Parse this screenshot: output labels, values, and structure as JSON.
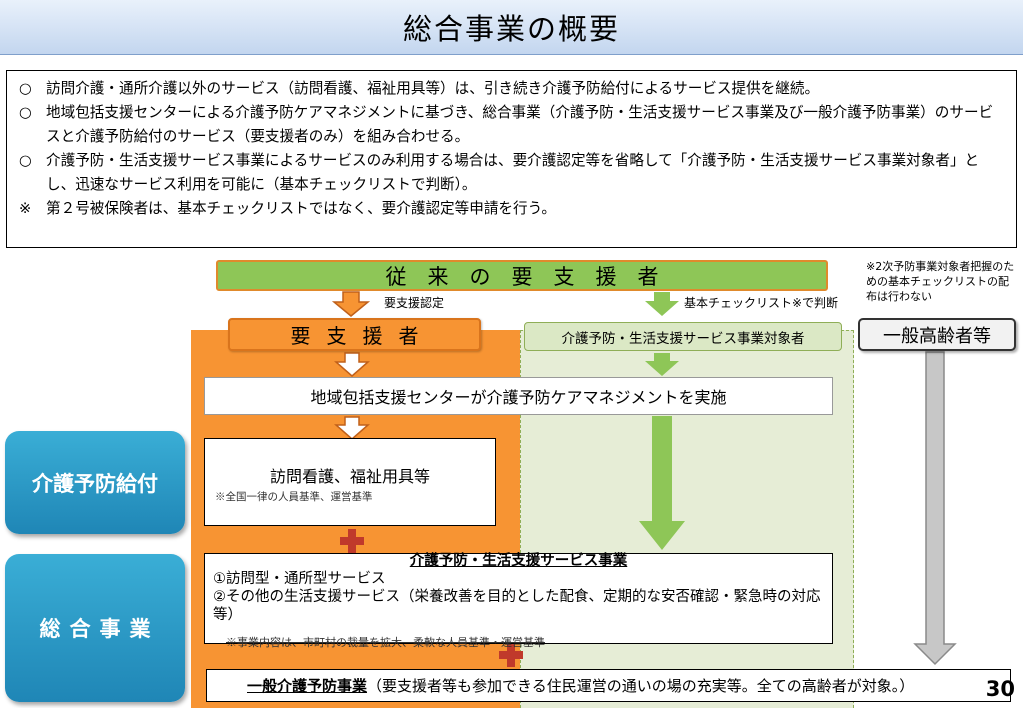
{
  "title": "総合事業の概要",
  "summary": [
    {
      "mark": "○",
      "text": "訪問介護・通所介護以外のサービス（訪問看護、福祉用具等）は、引き続き介護予防給付によるサービス提供を継続。"
    },
    {
      "mark": "○",
      "text": "地域包括支援センターによる介護予防ケアマネジメントに基づき、総合事業（介護予防・生活支援サービス事業及び一般介護予防事業）のサービスと介護予防給付のサービス（要支援者のみ）を組み合わせる。"
    },
    {
      "mark": "○",
      "text": "介護予防・生活支援サービス事業によるサービスのみ利用する場合は、要介護認定等を省略して「介護予防・生活支援サービス事業対象者」とし、迅速なサービス利用を可能に（基本チェックリストで判断）。"
    },
    {
      "mark": "※",
      "text": "第２号被保険者は、基本チェックリストではなく、要介護認定等申請を行う。"
    }
  ],
  "flow": {
    "top_banner": "従来の要支援者",
    "side_note": "※2次予防事業対象者把握のための基本チェックリストの配布は行わない",
    "arrow_label_left": "要支援認定",
    "arrow_label_right": "基本チェックリスト※で判断",
    "youshiensha": "要支援者",
    "taishousha": "介護予防・生活支援サービス事業対象者",
    "ippan_koureisha": "一般高齢者等",
    "center_box": "地域包括支援センターが介護予防ケアマネジメントを実施",
    "houmon_title": "訪問看護、福祉用具等",
    "houmon_note": "※全国一律の人員基準、運営基準",
    "service_title": "介護予防・生活支援サービス事業",
    "service_item1": "①訪問型・通所型サービス",
    "service_item2": "②その他の生活支援サービス（栄養改善を目的とした配食、定期的な安否確認・緊急時の対応　等）",
    "service_note": "※事業内容は、市町村の裁量を拡大、柔軟な人員基準・運営基準",
    "ippan_jigyo_bold": "一般介護予防事業",
    "ippan_jigyo_rest": "（要支援者等も参加できる住民運営の通いの場の充実等。全ての高齢者が対象。）"
  },
  "side": {
    "kyufu": "介護予防給付",
    "sougou": "総合事業"
  },
  "page_number": "30"
}
